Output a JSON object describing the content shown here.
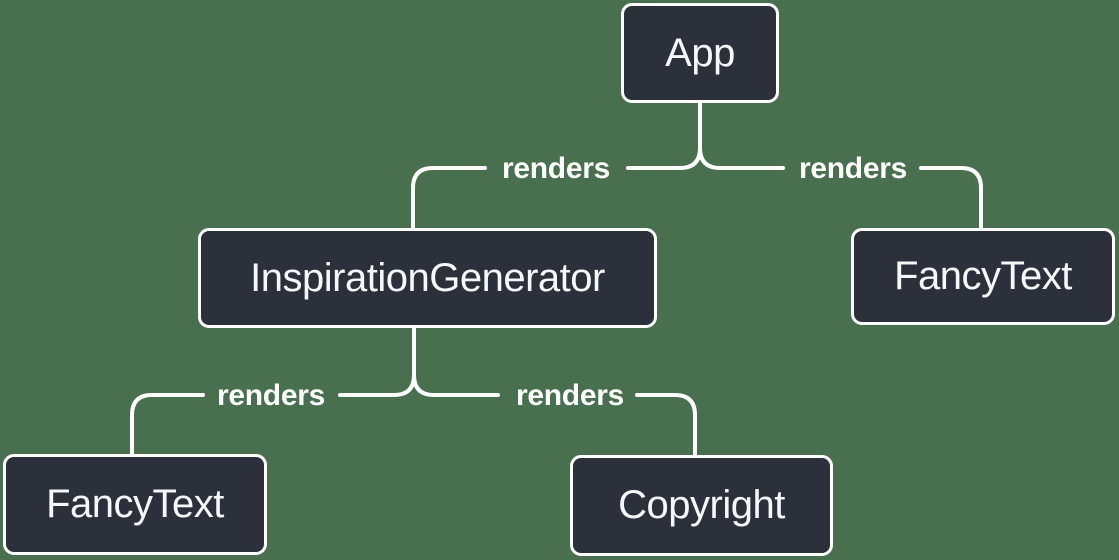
{
  "diagram": {
    "type": "tree",
    "nodes": [
      {
        "id": "app",
        "label": "App"
      },
      {
        "id": "inspiration-generator",
        "label": "InspirationGenerator"
      },
      {
        "id": "fancy-text-top",
        "label": "FancyText"
      },
      {
        "id": "fancy-text-bottom",
        "label": "FancyText"
      },
      {
        "id": "copyright",
        "label": "Copyright"
      }
    ],
    "edges": [
      {
        "from": "App",
        "to": "InspirationGenerator",
        "label": "renders"
      },
      {
        "from": "App",
        "to": "FancyText",
        "label": "renders"
      },
      {
        "from": "InspirationGenerator",
        "to": "FancyText",
        "label": "renders"
      },
      {
        "from": "InspirationGenerator",
        "to": "Copyright",
        "label": "renders"
      }
    ],
    "colors": {
      "background": "#48704f",
      "node_fill": "#2b303b",
      "node_border": "#ffffff",
      "line": "#ffffff",
      "text": "#f5f7f9"
    }
  }
}
